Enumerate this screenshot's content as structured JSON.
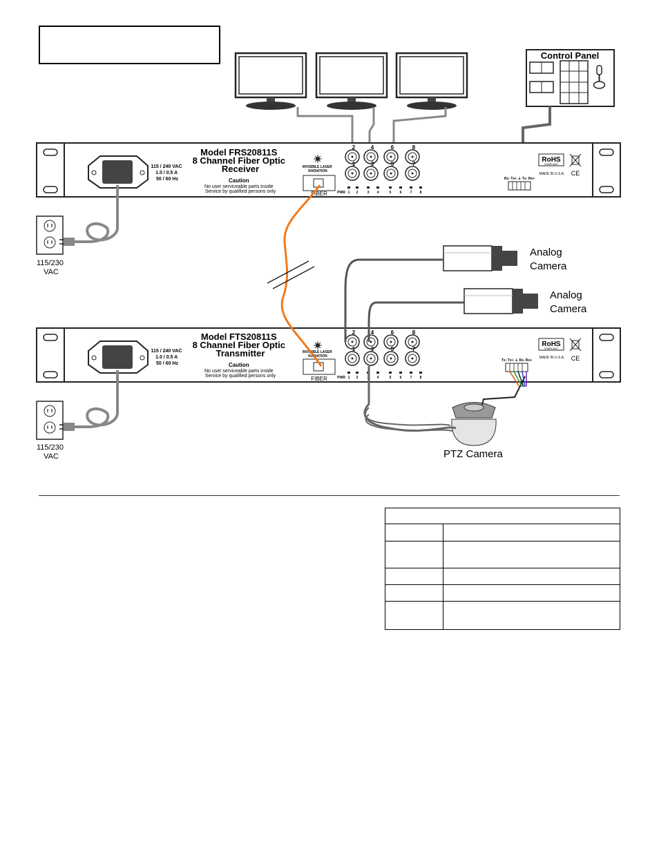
{
  "receiver": {
    "model": "Model FRS20811S",
    "subtitle": "8 Channel Fiber Optic",
    "type": "Receiver",
    "power_lines": [
      "115 / 240 VAC",
      "1.0 / 0.5 A",
      "50 / 60 Hz"
    ],
    "caution_title": "Caution",
    "caution_lines": [
      "No user serviceable parts inside",
      "Service by qualified persons only"
    ],
    "laser_lines": [
      "INVISIBLE LASER",
      "RADIATION"
    ],
    "fiber_label": "FIBER",
    "led_labels": [
      "PWR",
      "1",
      "2",
      "3",
      "4",
      "5",
      "6",
      "7",
      "8"
    ],
    "bnc_top": [
      "2",
      "4",
      "6",
      "8"
    ],
    "bnc_bottom": [
      "1",
      "3",
      "5",
      "7"
    ],
    "terminal_labels": "Rx- Tx+ ⏚ Tx- Rx+",
    "made_in": "MADE IN U.S.A."
  },
  "transmitter": {
    "model": "Model FTS20811S",
    "subtitle": "8 Channel Fiber Optic",
    "type": "Transmitter",
    "power_lines": [
      "115 / 240 VAC",
      "1.0 / 0.5 A",
      "50 / 60 Hz"
    ],
    "caution_title": "Caution",
    "caution_lines": [
      "No user serviceable parts inside",
      "Service by qualified persons only"
    ],
    "laser_lines": [
      "INVISIBLE LASER",
      "RADIATION"
    ],
    "fiber_label": "FIBER",
    "led_labels": [
      "PWR",
      "1",
      "2",
      "3",
      "4",
      "5",
      "6",
      "7",
      "8"
    ],
    "bnc_top": [
      "2",
      "4",
      "6",
      "8"
    ],
    "bnc_bottom": [
      "1",
      "3",
      "5",
      "7"
    ],
    "terminal_labels": "Tx- Tx+ ⏚ Rx- Rx+",
    "made_in": "MADE IN U.S.A."
  },
  "rohs": {
    "title": "RoHS",
    "sub": "COMPLIANT",
    "ce": "CE"
  },
  "control_panel_label": "Control Panel",
  "outlet_label": [
    "115/230",
    "VAC"
  ],
  "cameras": {
    "analog_1": [
      "Analog",
      "Camera"
    ],
    "analog_2": [
      "Analog",
      "Camera"
    ],
    "ptz": "PTZ Camera"
  },
  "colors": {
    "fiber": "#f07a1a",
    "cable": "#777777",
    "rack": "#ffffff",
    "panel_line": "#222222"
  },
  "icons": [
    "monitor-icon",
    "control-panel-icon",
    "joystick-icon",
    "power-outlet-icon",
    "power-plug-icon",
    "iec-power-inlet-icon",
    "bnc-connector-icon",
    "led-icon",
    "laser-warning-icon",
    "weee-bin-icon",
    "ce-mark-icon",
    "analog-camera-icon",
    "ptz-dome-camera-icon",
    "fiber-break-icon"
  ],
  "spec_table": {
    "rows": 6
  }
}
